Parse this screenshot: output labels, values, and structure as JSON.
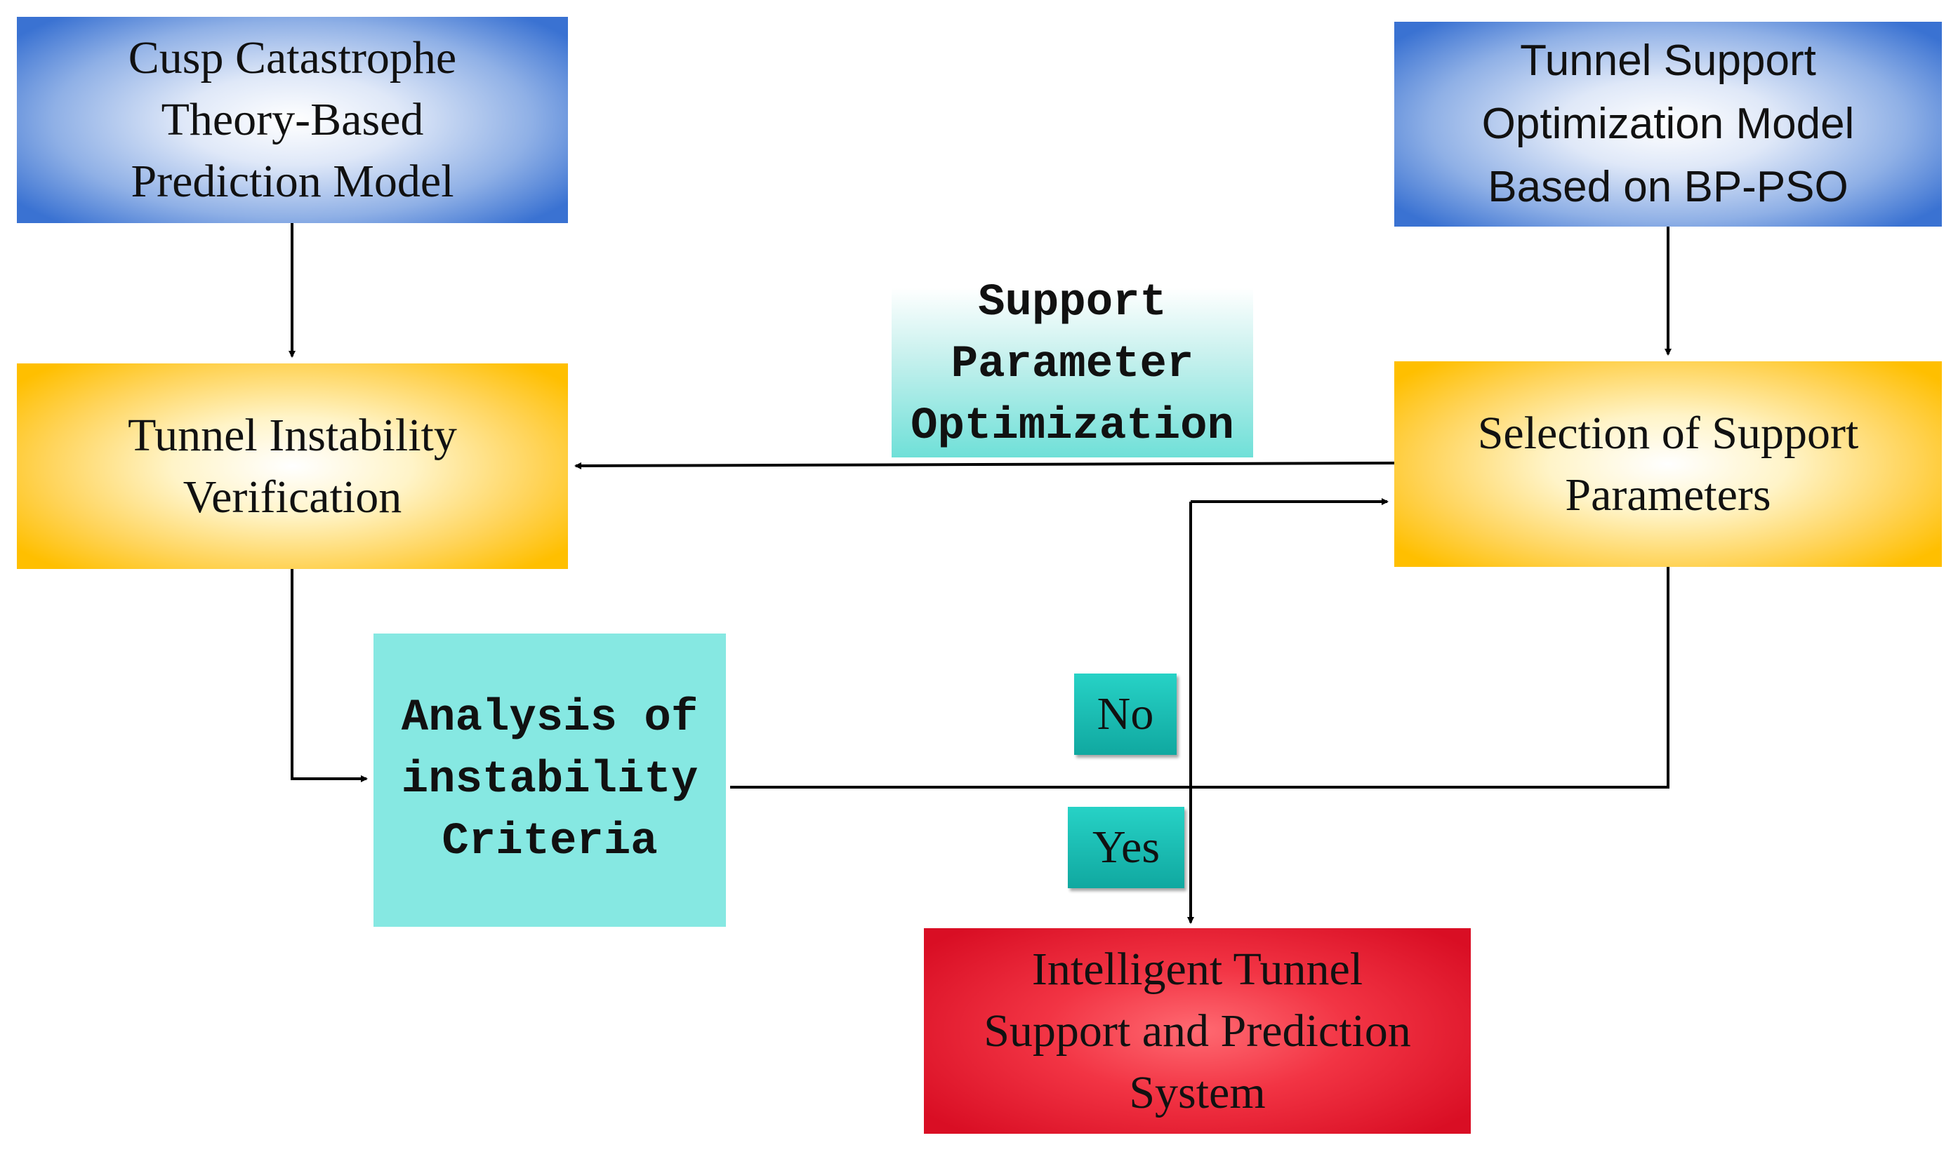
{
  "nodes": {
    "cusp_model": {
      "lines": [
        "Cusp Catastrophe",
        "Theory-Based",
        "Prediction Model"
      ],
      "color": "#3a72d2"
    },
    "bppso_model": {
      "lines": [
        "Tunnel Support",
        "Optimization Model",
        "Based on BP-PSO"
      ],
      "color": "#3a72d2"
    },
    "instability_verification": {
      "lines": [
        "Tunnel Instability",
        "Verification"
      ],
      "color": "#ffbf00"
    },
    "support_selection": {
      "lines": [
        "Selection of Support",
        "Parameters"
      ],
      "color": "#ffbf00"
    },
    "support_optimization": {
      "lines": [
        "Support",
        "Parameter",
        "Optimization"
      ],
      "color": "#6fe0d8"
    },
    "instability_criteria": {
      "lines": [
        "Analysis of",
        "instability",
        "Criteria"
      ],
      "color": "#86e8e2"
    },
    "intelligent_system": {
      "lines": [
        "Intelligent Tunnel",
        "Support and Prediction",
        "System"
      ],
      "color": "#e8172c"
    }
  },
  "branch_labels": {
    "no": "No",
    "yes": "Yes",
    "color": "#14b3aa"
  },
  "edges": [
    {
      "from": "cusp_model",
      "to": "instability_verification"
    },
    {
      "from": "bppso_model",
      "to": "support_selection"
    },
    {
      "from": "support_selection",
      "to": "instability_verification"
    },
    {
      "from": "instability_verification",
      "to": "instability_criteria"
    },
    {
      "from": "instability_criteria",
      "to": "support_selection",
      "label": "No"
    },
    {
      "from": "instability_criteria",
      "to": "intelligent_system",
      "label": "Yes"
    }
  ]
}
